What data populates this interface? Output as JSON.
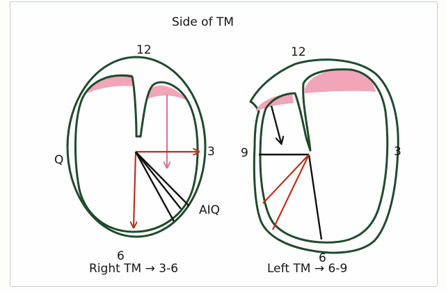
{
  "diagram": {
    "title": "Side of TM",
    "right_tm": {
      "label_top": "12",
      "label_right": "3",
      "label_left": "Q",
      "label_bottom": "6",
      "label_aiq": "AIQ",
      "caption": "Right TM → 3-6"
    },
    "left_tm": {
      "label_top": "12",
      "label_right": "3",
      "label_left": "9",
      "label_bottom": "6",
      "caption": "Left TM → 6-9"
    }
  },
  "colors": {
    "outline": "#1f4a2c",
    "pink_band": "#f2a5b8",
    "pink_arrow": "#d9709a",
    "red_arrow": "#b8321c",
    "black_line": "#111111"
  }
}
